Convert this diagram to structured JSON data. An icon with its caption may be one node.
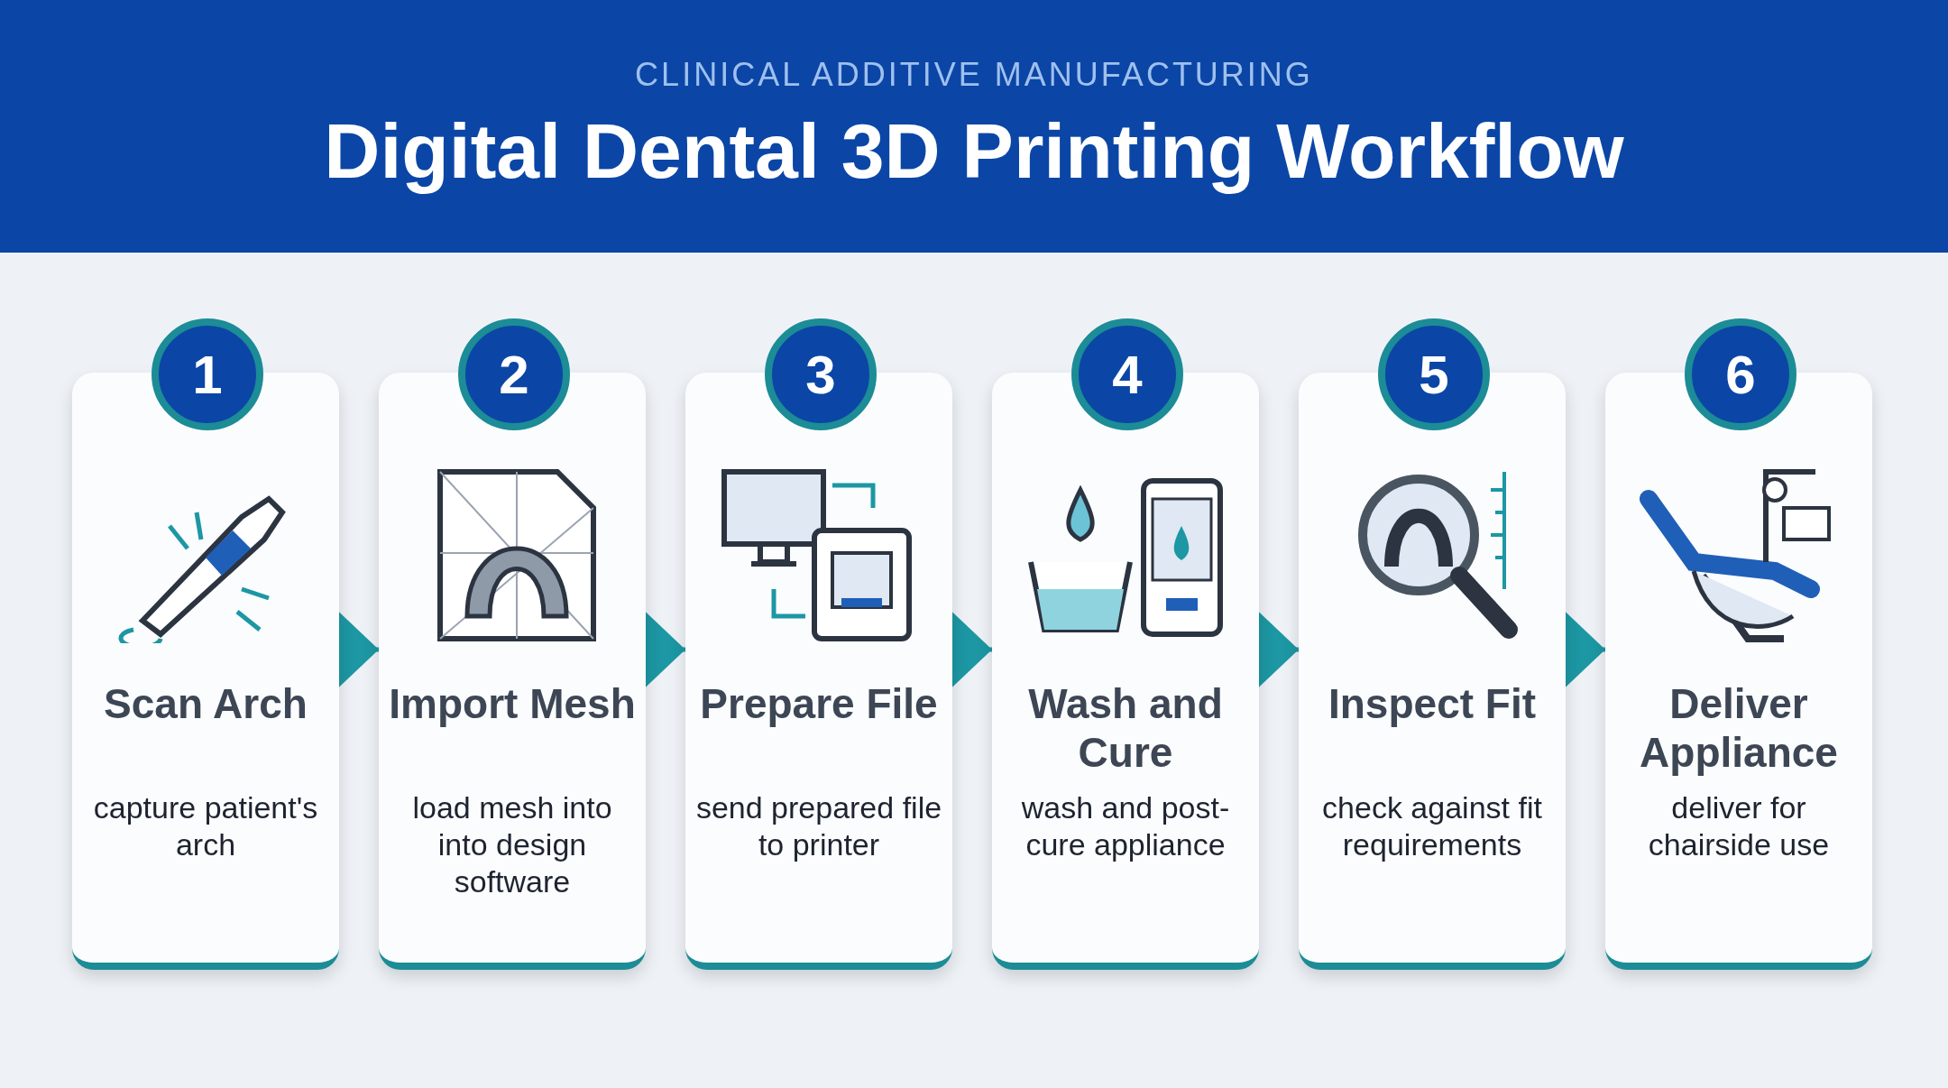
{
  "diagram": {
    "title": "Digital Dental 3D Printing Workflow",
    "nodes": [
      {
        "text": [
          "1",
          "Scan Arch",
          "capture patient's arch"
        ]
      },
      {
        "text": [
          "2",
          "Import Mesh",
          "load mesh into into design software"
        ]
      },
      {
        "text": [
          "3",
          "Prepare File",
          "send prepared file to printer"
        ]
      },
      {
        "text": [
          "4",
          "Wash and Cure",
          "wash and post-cure appliance"
        ]
      },
      {
        "text": [
          "5",
          "Inspect Fit",
          "check against fit requirements"
        ]
      },
      {
        "text": [
          "6",
          "Deliver Appliance",
          "deliver for chairside use"
        ]
      }
    ],
    "edges": [
      {
        "from": 0,
        "to": 1,
        "arrow": "to"
      },
      {
        "from": 1,
        "to": 2,
        "arrow": "to"
      },
      {
        "from": 2,
        "to": 3,
        "arrow": "to"
      },
      {
        "from": 3,
        "to": 4,
        "arrow": "to"
      },
      {
        "from": 4,
        "to": 5,
        "arrow": "to"
      }
    ],
    "labels": [
      "CLINICAL ADDITIVE MANUFACTURING"
    ]
  }
}
